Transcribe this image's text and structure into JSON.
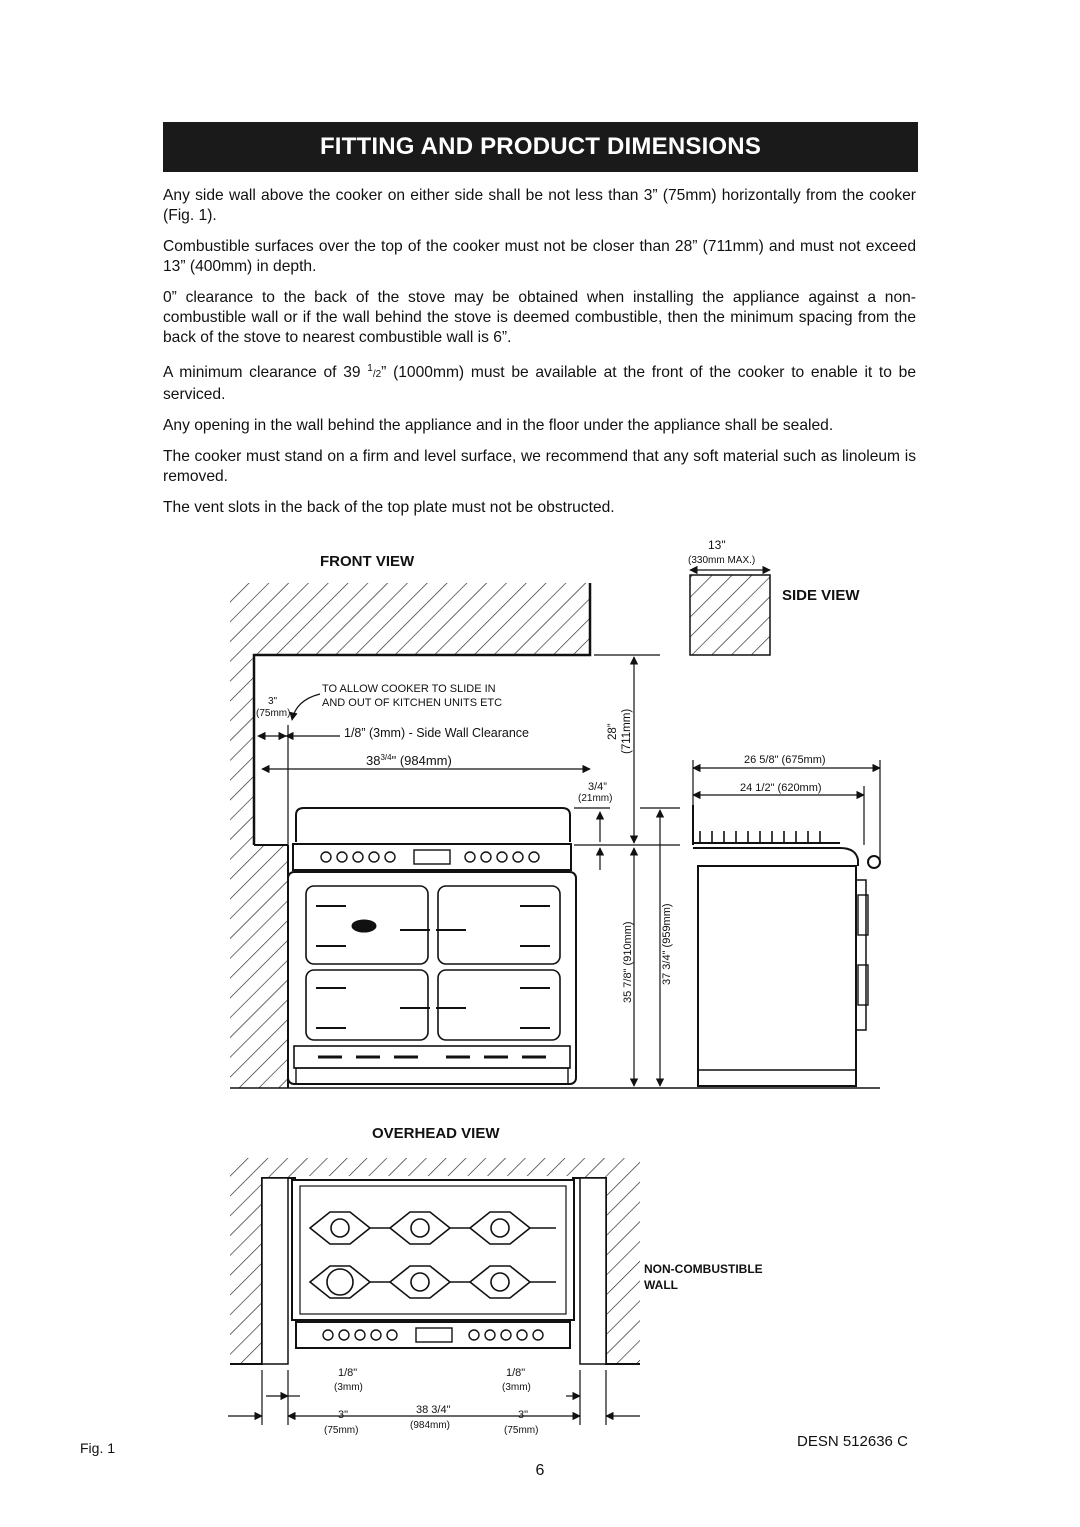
{
  "heading": "FITTING AND PRODUCT DIMENSIONS",
  "paragraphs": [
    "Any side wall above the cooker on either side shall be not less than 3” (75mm) horizontally from the cooker (Fig. 1).",
    "Combustible surfaces over the top of the cooker must not be closer than 28” (711mm) and must not exceed 13” (400mm) in depth.",
    "0” clearance to the back of the stove may be obtained when installing the appliance against a non-combustible wall or if the wall behind the stove is deemed combustible, then the minimum spacing from the back of the stove to nearest combustible wall is 6”."
  ],
  "paragraph_clearance": {
    "before": "A minimum clearance of 39 ",
    "frac_num": "1",
    "frac_den": "/2",
    "after": "” (1000mm) must be available at the front of the cooker to enable it to be serviced."
  },
  "paragraphs_after": [
    "Any opening in the wall behind the appliance and in the floor under the appliance shall be sealed.",
    "The cooker must stand on a firm and level surface, we recommend that any soft material such as linoleum is removed.",
    "The vent slots in the back of the top plate must not be obstructed."
  ],
  "figure": {
    "front_view_title": "FRONT VIEW",
    "side_view_title": "SIDE VIEW",
    "overhead_view_title": "OVERHEAD VIEW",
    "slide_note_line1": "TO ALLOW COOKER TO SLIDE IN",
    "slide_note_line2": "AND OUT OF KITCHEN UNITS ETC",
    "side_clearance_in": "3\"",
    "side_clearance_mm": "(75mm)",
    "side_wall_clearance": "1/8” (3mm) - Side Wall Clearance",
    "width_label": "38",
    "width_frac": "3/4",
    "width_mm": "\" (984mm)",
    "hood_height_in": "28”",
    "hood_height_mm": "(711mm)",
    "plinth_in": "3/4”",
    "plinth_mm": "(21mm)",
    "height1_label": "35 7/8\" (910mm)",
    "height2_label": "37 3/4\" (959mm)",
    "max_depth_in": "13\"",
    "max_depth_mm": "(330mm MAX.)",
    "depth1_label": "26 5/8\" (675mm)",
    "depth2_label": "24 1/2\" (620mm)",
    "non_combustible_line1": "NON-COMBUSTIBLE",
    "non_combustible_line2": "WALL",
    "oh_gap_in": "1/8\"",
    "oh_gap_mm": "(3mm)",
    "oh_side_in": "3\"",
    "oh_side_mm": "(75mm)",
    "oh_width_in": "38 3/4\"",
    "oh_width_mm": "(984mm)"
  },
  "fig_label": "Fig. 1",
  "document_code": "DESN 512636 C",
  "page_number": "6"
}
